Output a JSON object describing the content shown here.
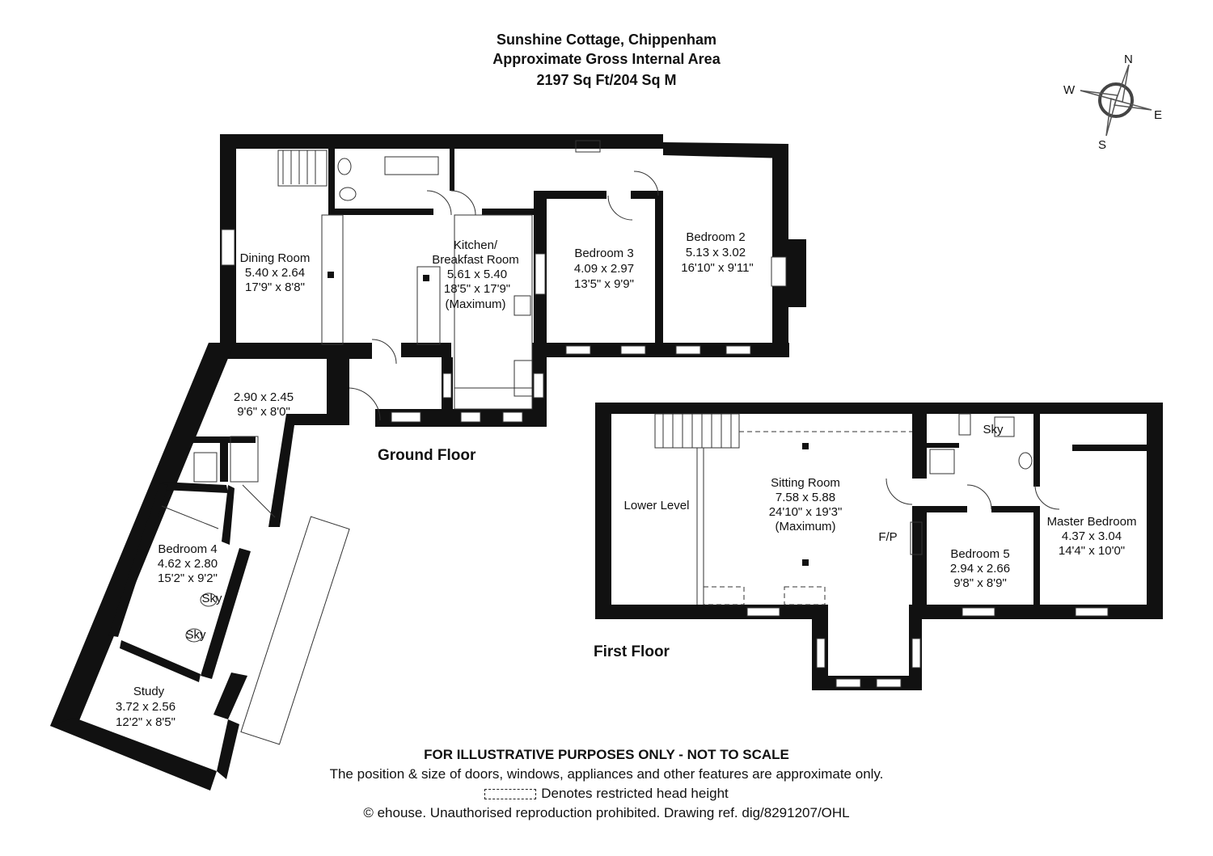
{
  "header": {
    "title": "Sunshine Cottage, Chippenham",
    "subtitle": "Approximate Gross Internal Area",
    "area": "2197 Sq Ft/204 Sq M"
  },
  "compass": {
    "n": "N",
    "e": "E",
    "s": "S",
    "w": "W"
  },
  "ground_floor": {
    "label": "Ground Floor",
    "rooms": {
      "dining": {
        "name": "Dining Room",
        "metric": "5.40 x 2.64",
        "imperial": "17'9\" x 8'8\""
      },
      "kitchen": {
        "name1": "Kitchen/",
        "name2": "Breakfast Room",
        "metric": "5.61 x 5.40",
        "imperial": "18'5\" x 17'9\"",
        "note": "(Maximum)"
      },
      "bedroom3": {
        "name": "Bedroom 3",
        "metric": "4.09 x 2.97",
        "imperial": "13'5\" x 9'9\""
      },
      "bedroom2": {
        "name": "Bedroom 2",
        "metric": "5.13 x 3.02",
        "imperial": "16'10\" x 9'11\""
      },
      "hall": {
        "metric": "2.90 x 2.45",
        "imperial": "9'6\" x 8'0\""
      },
      "bedroom4": {
        "name": "Bedroom 4",
        "metric": "4.62 x 2.80",
        "imperial": "15'2\" x 9'2\""
      },
      "study": {
        "name": "Study",
        "metric": "3.72 x 2.56",
        "imperial": "12'2\" x 8'5\""
      }
    },
    "sky1": "Sky",
    "sky2": "Sky"
  },
  "first_floor": {
    "label": "First Floor",
    "rooms": {
      "lower": {
        "name": "Lower Level"
      },
      "sitting": {
        "name": "Sitting Room",
        "metric": "7.58 x 5.88",
        "imperial": "24'10\" x 19'3\"",
        "note": "(Maximum)"
      },
      "bedroom5": {
        "name": "Bedroom 5",
        "metric": "2.94 x 2.66",
        "imperial": "9'8\" x 8'9\""
      },
      "master": {
        "name": "Master Bedroom",
        "metric": "4.37 x 3.04",
        "imperial": "14'4\" x 10'0\""
      }
    },
    "fp": "F/P",
    "sky": "Sky"
  },
  "footer": {
    "disclaimer": "FOR ILLUSTRATIVE PURPOSES ONLY - NOT TO SCALE",
    "note": "The position & size of doors, windows, appliances and other features are approximate only.",
    "legend": "Denotes restricted head height",
    "copyright": "© ehouse. Unauthorised reproduction prohibited. Drawing ref. dig/8291207/OHL"
  }
}
